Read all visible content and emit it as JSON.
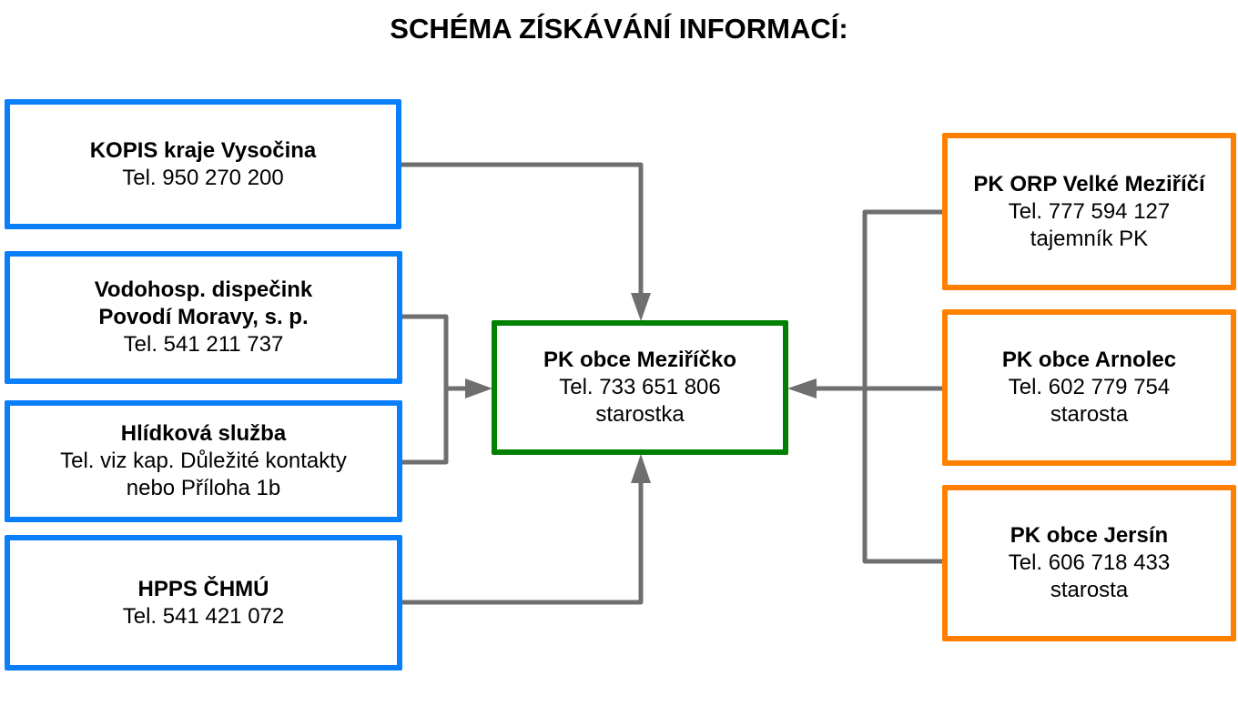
{
  "title": "SCHÉMA ZÍSKÁVÁNÍ INFORMACÍ:",
  "colors": {
    "source_border": "#0a7ffb",
    "center_border": "#008000",
    "peer_border": "#ff8000",
    "connector": "#6f6f6f"
  },
  "sources": [
    {
      "name_lines": [
        "KOPIS kraje Vysočina"
      ],
      "lines": [
        "Tel. 950 270 200"
      ]
    },
    {
      "name_lines": [
        "Vodohosp. dispečink",
        "Povodí Moravy, s. p."
      ],
      "lines": [
        "Tel. 541 211 737"
      ]
    },
    {
      "name_lines": [
        "Hlídková služba"
      ],
      "lines": [
        "Tel. viz kap. Důležité kontakty",
        "nebo Příloha 1b"
      ]
    },
    {
      "name_lines": [
        "HPPS ČHMÚ"
      ],
      "lines": [
        "Tel. 541 421 072"
      ]
    }
  ],
  "center": {
    "name_lines": [
      "PK obce Meziříčko"
    ],
    "lines": [
      "Tel. 733 651 806",
      "starostka"
    ]
  },
  "peers": [
    {
      "name_lines": [
        "PK ORP Velké Meziříčí"
      ],
      "lines": [
        "Tel. 777 594 127",
        "tajemník PK"
      ]
    },
    {
      "name_lines": [
        "PK obce Arnolec"
      ],
      "lines": [
        "Tel. 602 779 754",
        "starosta"
      ]
    },
    {
      "name_lines": [
        "PK obce Jersín"
      ],
      "lines": [
        "Tel. 606 718 433",
        "starosta"
      ]
    }
  ]
}
